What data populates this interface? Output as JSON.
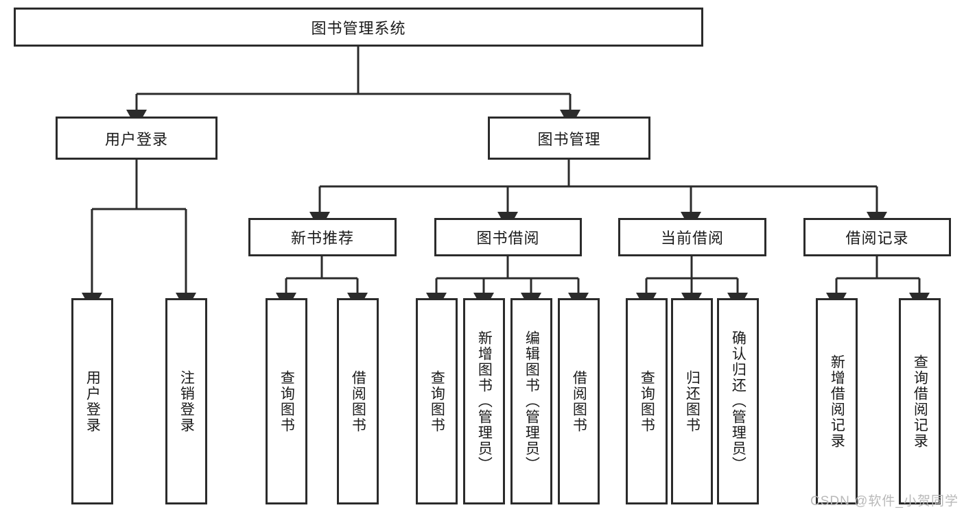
{
  "diagram": {
    "title_node": {
      "label": "图书管理系统"
    },
    "level2": [
      {
        "id": "user-login",
        "label": "用户登录"
      },
      {
        "id": "book-management",
        "label": "图书管理"
      }
    ],
    "level3": [
      {
        "id": "new-book-recommend",
        "label": "新书推荐"
      },
      {
        "id": "book-borrow",
        "label": "图书借阅"
      },
      {
        "id": "current-borrow",
        "label": "当前借阅"
      },
      {
        "id": "borrow-record",
        "label": "借阅记录"
      }
    ],
    "leaves": [
      {
        "id": "leaf-user-login",
        "label": "用户登录"
      },
      {
        "id": "leaf-logout",
        "label": "注销登录"
      },
      {
        "id": "leaf-query-book-1",
        "label": "查询图书"
      },
      {
        "id": "leaf-borrow-book-1",
        "label": "借阅图书"
      },
      {
        "id": "leaf-query-book-2",
        "label": "查询图书"
      },
      {
        "id": "leaf-add-book",
        "label": "新增图书（管理员）"
      },
      {
        "id": "leaf-edit-book",
        "label": "编辑图书（管理员）"
      },
      {
        "id": "leaf-borrow-book-2",
        "label": "借阅图书"
      },
      {
        "id": "leaf-query-book-3",
        "label": "查询图书"
      },
      {
        "id": "leaf-return-book",
        "label": "归还图书"
      },
      {
        "id": "leaf-confirm-return",
        "label": "确认归还（管理员）"
      },
      {
        "id": "leaf-add-record",
        "label": "新增借阅记录"
      },
      {
        "id": "leaf-query-record",
        "label": "查询借阅记录"
      }
    ],
    "watermark": "CSDN @软件_小贺同学",
    "colors": {
      "stroke": "#2b2b2b",
      "background": "#ffffff",
      "text": "#1a1a1a",
      "watermark": "#b9b9b9"
    }
  }
}
